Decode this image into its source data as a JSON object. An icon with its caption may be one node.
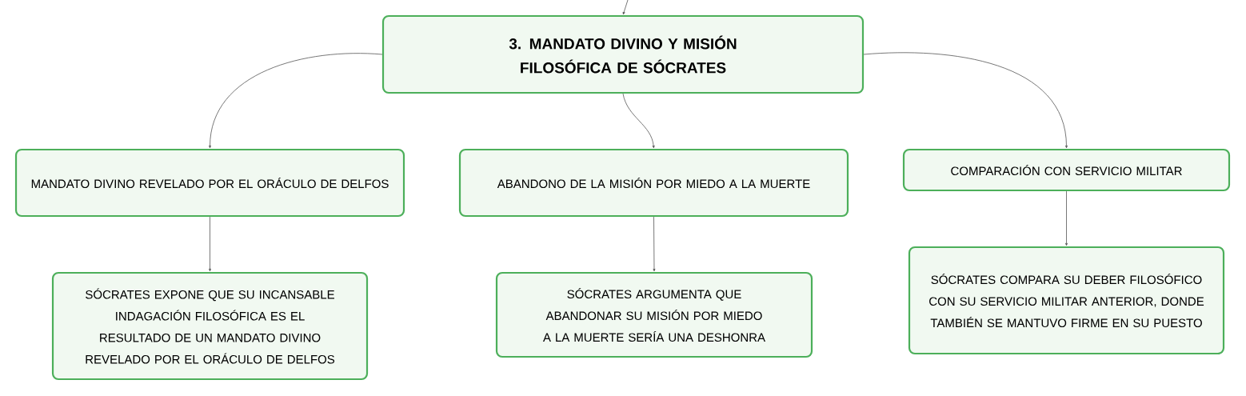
{
  "diagram": {
    "nodes": [
      {
        "text": [
          "3. MANDATO DIVINO Y MISIÓN FILOSÓFICA DE SÓCRATES"
        ]
      },
      {
        "text": [
          "MANDATO DIVINO REVELADO POR EL ORÁCULO DE DELFOS"
        ]
      },
      {
        "text": [
          "ABANDONO DE LA MISIÓN POR MIEDO A LA MUERTE"
        ]
      },
      {
        "text": [
          "COMPARACIÓN CON SERVICIO MILITAR"
        ]
      },
      {
        "text": [
          "SÓCRATES EXPONE QUE SU INCANSABLE INDAGACIÓN FILOSÓFICA ES EL RESULTADO DE UN MANDATO DIVINO REVELADO POR EL ORÁCULO DE DELFOS"
        ]
      },
      {
        "text": [
          "SÓCRATES ARGUMENTA QUE ABANDONAR SU MISIÓN POR MIEDO A LA MUERTE SERÍA UNA DESHONRA"
        ]
      },
      {
        "text": [
          "SÓCRATES COMPARA SU DEBER FILOSÓFICO CON SU SERVICIO MILITAR ANTERIOR, DONDE TAMBIÉN SE MANTUVO FIRME EN SU PUESTO"
        ]
      }
    ],
    "edges": [
      {
        "from": null,
        "to": 0,
        "arrow": "to"
      },
      {
        "from": 0,
        "to": 1,
        "arrow": "to"
      },
      {
        "from": 0,
        "to": 2,
        "arrow": "to"
      },
      {
        "from": 0,
        "to": 3,
        "arrow": "to"
      },
      {
        "from": 1,
        "to": 4,
        "arrow": "to"
      },
      {
        "from": 2,
        "to": 5,
        "arrow": "to"
      },
      {
        "from": 3,
        "to": 6,
        "arrow": "to"
      }
    ]
  }
}
